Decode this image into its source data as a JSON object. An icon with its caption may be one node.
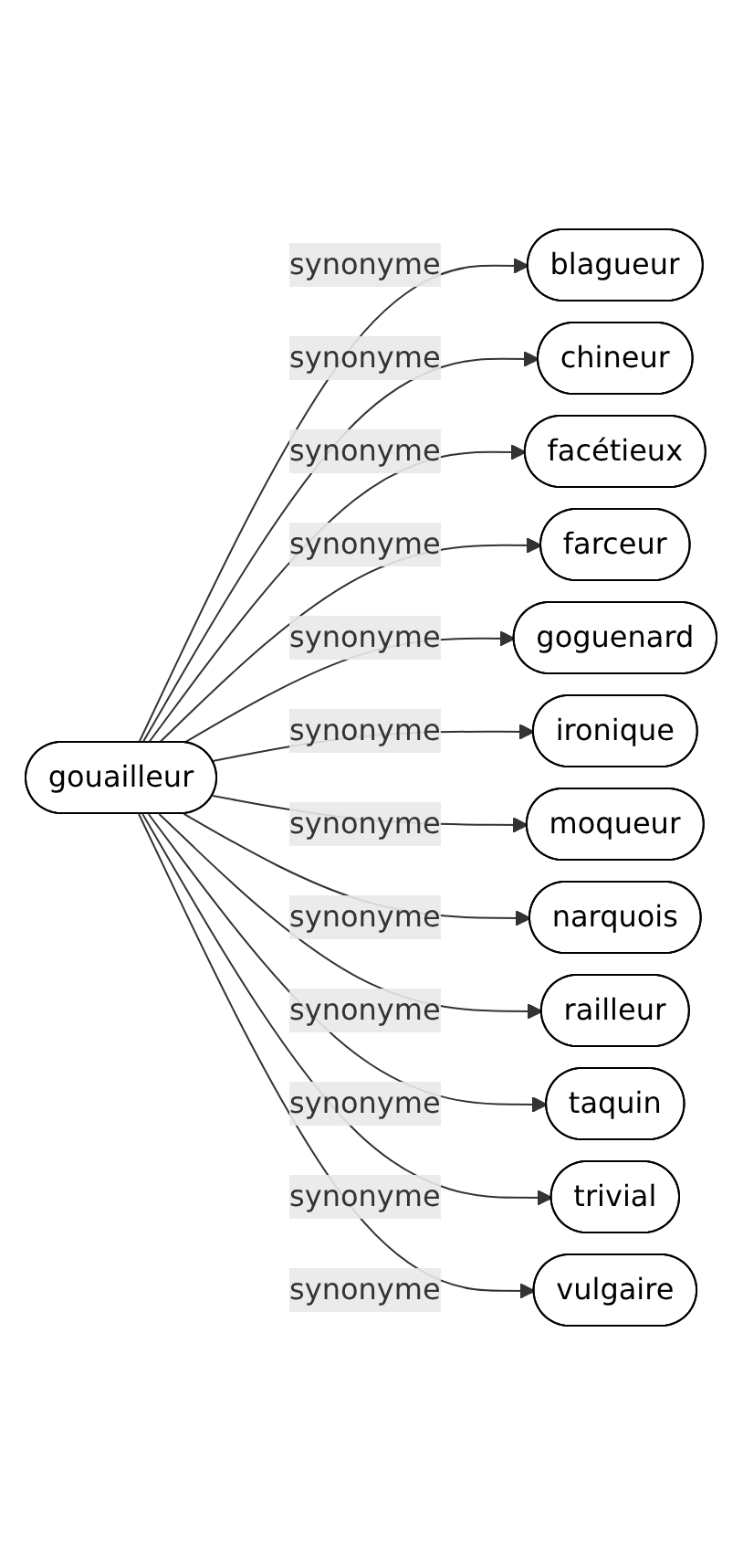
{
  "diagram": {
    "nodes": [
      {
        "text": [
          "gouailleur"
        ]
      },
      {
        "text": [
          "blagueur"
        ]
      },
      {
        "text": [
          "chineur"
        ]
      },
      {
        "text": [
          "facétieux"
        ]
      },
      {
        "text": [
          "farceur"
        ]
      },
      {
        "text": [
          "goguenard"
        ]
      },
      {
        "text": [
          "ironique"
        ]
      },
      {
        "text": [
          "moqueur"
        ]
      },
      {
        "text": [
          "narquois"
        ]
      },
      {
        "text": [
          "railleur"
        ]
      },
      {
        "text": [
          "taquin"
        ]
      },
      {
        "text": [
          "trivial"
        ]
      },
      {
        "text": [
          "vulgaire"
        ]
      }
    ],
    "edges": [
      {
        "from": 0,
        "to": 1,
        "arrow": "to",
        "label": "synonyme"
      },
      {
        "from": 0,
        "to": 2,
        "arrow": "to",
        "label": "synonyme"
      },
      {
        "from": 0,
        "to": 3,
        "arrow": "to",
        "label": "synonyme"
      },
      {
        "from": 0,
        "to": 4,
        "arrow": "to",
        "label": "synonyme"
      },
      {
        "from": 0,
        "to": 5,
        "arrow": "to",
        "label": "synonyme"
      },
      {
        "from": 0,
        "to": 6,
        "arrow": "to",
        "label": "synonyme"
      },
      {
        "from": 0,
        "to": 7,
        "arrow": "to",
        "label": "synonyme"
      },
      {
        "from": 0,
        "to": 8,
        "arrow": "to",
        "label": "synonyme"
      },
      {
        "from": 0,
        "to": 9,
        "arrow": "to",
        "label": "synonyme"
      },
      {
        "from": 0,
        "to": 10,
        "arrow": "to",
        "label": "synonyme"
      },
      {
        "from": 0,
        "to": 11,
        "arrow": "to",
        "label": "synonyme"
      },
      {
        "from": 0,
        "to": 12,
        "arrow": "to",
        "label": "synonyme"
      }
    ]
  }
}
